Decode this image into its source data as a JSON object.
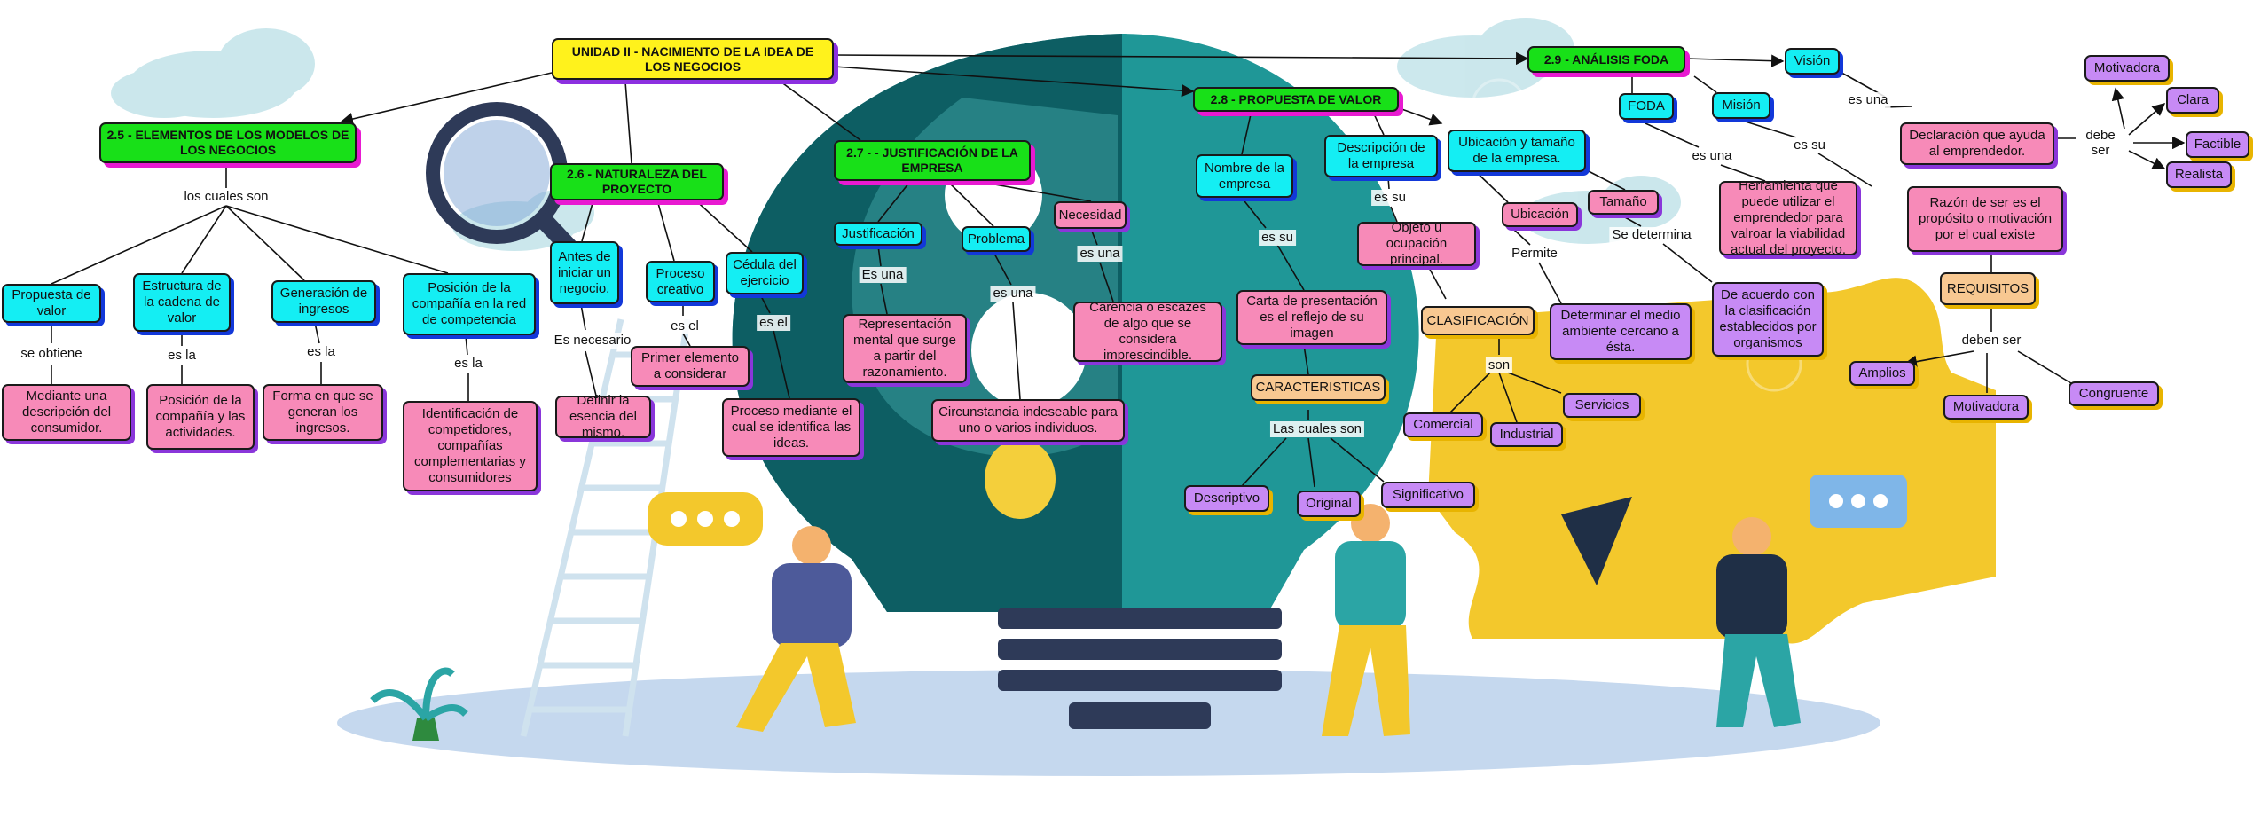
{
  "title": "UNIDAD II - NACIMIENTO DE LA IDEA DE LOS NEGOCIOS",
  "sections": {
    "s25": "2.5 - ELEMENTOS DE LOS MODELOS DE LOS NEGOCIOS",
    "s26": "2.6 - NATURALEZA DEL PROYECTO",
    "s27": "2.7 - - JUSTIFICACIÓN DE LA EMPRESA",
    "s28": "2.8 - PROPUESTA DE VALOR",
    "s29": "2.9 - ANÁLISIS FODA"
  },
  "s25": {
    "link": "los cuales son",
    "items": [
      {
        "name": "Propuesta de valor",
        "link": "se obtiene",
        "detail": "Mediante una descripción del consumidor."
      },
      {
        "name": "Estructura de la cadena de valor",
        "link": "es la",
        "detail": "Posición de la compañía y las actividades."
      },
      {
        "name": "Generación de ingresos",
        "link": "es la",
        "detail": "Forma en que se generan los ingresos."
      },
      {
        "name": "Posición de la compañía en la red de competencia",
        "link": "es la",
        "detail": "Identificación de competidores, compañías complementarias y consumidores"
      }
    ]
  },
  "s26": {
    "items": [
      {
        "name": "Antes de iniciar un negocio.",
        "link": "Es necesario",
        "detail": "Definir la esencia del mismo."
      },
      {
        "name": "Proceso creativo",
        "link": "es el",
        "detail": "Primer elemento a considerar"
      },
      {
        "name": "Cédula del ejercicio",
        "link": "es el",
        "detail": "Proceso mediante el cual se identifica las ideas."
      }
    ]
  },
  "s27": {
    "items": [
      {
        "name": "Justificación",
        "link": "Es una",
        "detail": "Representación mental que surge a partir del razonamiento."
      },
      {
        "name": "Problema",
        "link": "es una",
        "detail": "Circunstancia indeseable para uno o varios individuos."
      },
      {
        "name": "Necesidad",
        "link": "es una",
        "detail": "Carencia o escazes de algo que se considera imprescindible."
      }
    ]
  },
  "s28": {
    "nombre": "Nombre de la empresa",
    "nombre_link": "es su",
    "carta": "Carta de presentación es el reflejo de su imagen",
    "caracteristicas": "CARACTERISTICAS",
    "car_link": "Las cuales son",
    "car_items": [
      "Descriptivo",
      "Original",
      "Significativo"
    ],
    "descripcion": "Descripción de la empresa",
    "desc_link": "es su",
    "objeto": "Objeto u ocupación principal.",
    "clasificacion": "CLASIFICACIÓN",
    "clas_link": "son",
    "clas_items": [
      "Comercial",
      "Industrial",
      "Servicios"
    ],
    "ubicacion_tamano": "Ubicación y tamaño de la empresa.",
    "ubicacion": "Ubicación",
    "ubic_link": "Permite",
    "ubic_detail": "Determinar el medio ambiente cercano a ésta.",
    "tamano": "Tamaño",
    "tam_link": "Se determina",
    "tam_detail": "De acuerdo con la clasificación establecidos por organismos"
  },
  "s29": {
    "foda": "FODA",
    "foda_link": "es una",
    "foda_detail": "Herramienta que puede utilizar el emprendedor para valroar la viabilidad actual del proyecto.",
    "mision": "Misión",
    "mision_link": "es su",
    "mision_detail": "Razón de ser es el propósito o motivación por el cual existe",
    "requisitos": "REQUISITOS",
    "req_link": "deben ser",
    "req_items": [
      "Amplios",
      "Motivadora",
      "Congruente"
    ],
    "vision": "Visión",
    "vision_link": "es una",
    "vision_detail": "Declaración que ayuda al emprendedor.",
    "vision_link2": "debe ser",
    "vision_items": [
      "Motivadora",
      "Clara",
      "Factible",
      "Realista"
    ]
  }
}
